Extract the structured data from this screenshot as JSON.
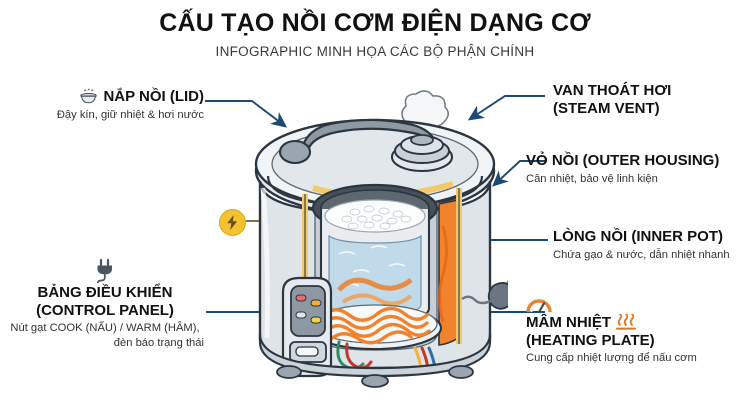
{
  "header": {
    "title": "CẤU TẠO NỒI CƠM ĐIỆN DẠNG CƠ",
    "subtitle": "INFOGRAPHIC MINH HỌA CÁC BỘ PHẬN CHÍNH"
  },
  "colors": {
    "arrow": "#1d4a72",
    "leader_line": "#1d4a72",
    "bolt_line": "#7a5a2e",
    "bolt_badge": "#f2c230",
    "heat_orange": "#f07c1f",
    "body_gray": "#d9dde2",
    "inner_dark": "#3f4750",
    "water_blue": "#bcd8ea",
    "gold_trim": "#f3c969",
    "text": "#111111",
    "background": "#ffffff"
  },
  "callouts": [
    {
      "id": "lid",
      "side": "left",
      "icon": "steaming-pot-icon",
      "head": "NẮP NỒI (LID)",
      "sub": "Đậy kín, giữ nhiệt & hơi nước"
    },
    {
      "id": "control-panel",
      "side": "left",
      "icon": "power-plug-icon",
      "head": "BẢNG ĐIỀU KHIỂN",
      "head2": "(CONTROL PANEL)",
      "sub": "Nút gạt COOK (NẤU) / WARM (HÂM),",
      "sub2": "đèn báo trạng thái"
    },
    {
      "id": "steam-vent",
      "side": "right",
      "head": "VAN THOÁT HƠI",
      "head2": "(STEAM VENT)"
    },
    {
      "id": "outer-housing",
      "side": "right",
      "head": "VỎ NỒI (OUTER HOUSING)",
      "sub": "Cân nhiệt, bảo vệ linh kiện"
    },
    {
      "id": "inner-pot",
      "side": "right",
      "head": "LÒNG NỒI (INNER POT)",
      "sub": "Chứa gạo & nước, dẫn nhiệt nhanh"
    },
    {
      "id": "heating-plate",
      "side": "right",
      "icon": "gauge-icon",
      "head": "MÂM NHIỆT",
      "head_icon": "heat-waves-icon",
      "head2": "(HEATING PLATE)",
      "sub": "Cung cấp nhiệt lượng để nấu cơm"
    }
  ],
  "diagram": {
    "name": "rice-cooker-cutaway",
    "parts": [
      "lid",
      "lid-handle",
      "steam-vent-cap",
      "steam-puff",
      "outer-housing",
      "inner-pot",
      "rice",
      "water",
      "heating-plate",
      "heating-coil",
      "control-panel",
      "indicator-lights",
      "cook-warm-switch",
      "wiring",
      "base-feet",
      "power-plug"
    ],
    "badge_icon": "lightning-bolt-icon"
  }
}
